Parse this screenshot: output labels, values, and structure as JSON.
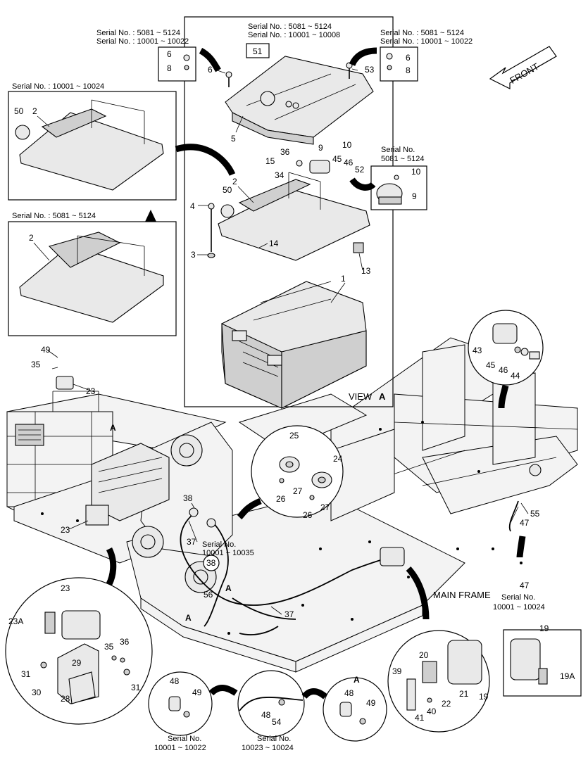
{
  "direction_arrow": {
    "label": "FRONT"
  },
  "view": {
    "title": "VIEW",
    "letter": "A"
  },
  "main_frame_label": "MAIN FRAME",
  "serial_labels": {
    "top_left_bolt": [
      "Serial No. : 5081 ~ 5124",
      "Serial No. : 10001 ~ 10022"
    ],
    "top_center_cover": [
      "Serial No. : 5081 ~ 5124",
      "Serial No. : 10001 ~ 10008"
    ],
    "top_right_bolt": [
      "Serial No. : 5081 ~ 5124",
      "Serial No. : 10001 ~ 10022"
    ],
    "bracket_upper": "Serial No. : 10001 ~ 10024",
    "bracket_lower": "Serial No. : 5081 ~ 5124",
    "relay_inset": [
      "Serial No.",
      "5081 ~ 5124"
    ],
    "horn_wire": [
      "Serial No.",
      "10001 ~ 10035"
    ],
    "sensor_inset": [
      "Serial No.",
      "10001 ~ 10024"
    ],
    "clamp_left": [
      "Serial No.",
      "10001 ~ 10022"
    ],
    "clamp_mid": [
      "Serial No.",
      "10023 ~ 10024"
    ]
  },
  "part_callouts": {
    "p1": "1",
    "p2a": "2",
    "p2b": "2",
    "p2c": "2",
    "p3": "3",
    "p4": "4",
    "p5": "5",
    "p6a": "6",
    "p6b": "6",
    "p6c": "6",
    "p8a": "8",
    "p8b": "8",
    "p9a": "9",
    "p9b": "9",
    "p10a": "10",
    "p10b": "10",
    "p13": "13",
    "p14": "14",
    "p15": "15",
    "p19a": "19",
    "p19b": "19",
    "p19A": "19A",
    "p20": "20",
    "p21": "21",
    "p22": "22",
    "p23a": "23",
    "p23b": "23",
    "p23c": "23",
    "p23A": "23A",
    "p24": "24",
    "p25": "25",
    "p26a": "26",
    "p26b": "26",
    "p27a": "27",
    "p27b": "27",
    "p28": "28",
    "p29": "29",
    "p30": "30",
    "p31a": "31",
    "p31b": "31",
    "p34": "34",
    "p35a": "35",
    "p35b": "35",
    "p36a": "36",
    "p36b": "36",
    "p37a": "37",
    "p37b": "37",
    "p38a": "38",
    "p38b": "38",
    "p39": "39",
    "p40": "40",
    "p41": "41",
    "p43": "43",
    "p44": "44",
    "p45a": "45",
    "p45b": "45",
    "p46a": "46",
    "p46b": "46",
    "p47a": "47",
    "p47b": "47",
    "p48a": "48",
    "p48b": "48",
    "p48c": "48",
    "p49a": "49",
    "p49b": "49",
    "p49c": "49",
    "p50a": "50",
    "p50b": "50",
    "p51": "51",
    "p52": "52",
    "p53": "53",
    "p54": "54",
    "p55": "55",
    "p56": "56",
    "lblA1": "A",
    "lblA2": "A",
    "lblA3": "A",
    "lblA4": "A"
  }
}
